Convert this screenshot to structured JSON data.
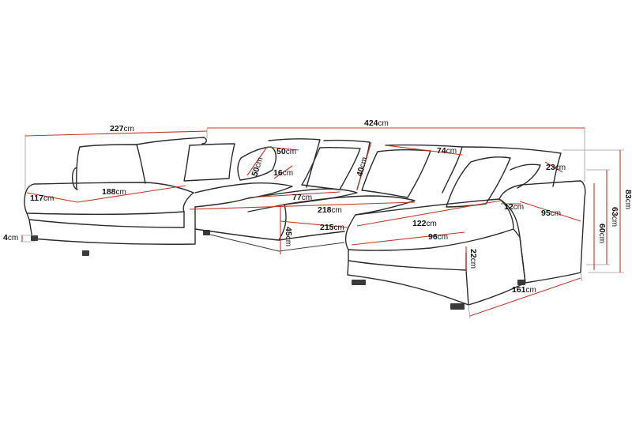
{
  "dimensions": [
    {
      "id": "width-left-section",
      "value": "227",
      "unit": "cm"
    },
    {
      "id": "total-width",
      "value": "424",
      "unit": "cm"
    },
    {
      "id": "left-chaise-depth",
      "value": "117",
      "unit": "cm"
    },
    {
      "id": "left-chaise-length",
      "value": "188",
      "unit": "cm"
    },
    {
      "id": "cushion-width",
      "value": "50",
      "unit": "cm"
    },
    {
      "id": "cushion-height",
      "value": "50",
      "unit": "cm"
    },
    {
      "id": "cushion-thickness",
      "value": "16",
      "unit": "cm"
    },
    {
      "id": "backrest-height",
      "value": "40",
      "unit": "cm"
    },
    {
      "id": "back-cushion-width",
      "value": "74",
      "unit": "cm"
    },
    {
      "id": "armrest-top-width",
      "value": "23",
      "unit": "cm"
    },
    {
      "id": "total-height",
      "value": "83",
      "unit": "cm"
    },
    {
      "id": "seat-depth",
      "value": "77",
      "unit": "cm"
    },
    {
      "id": "seat-length-middle",
      "value": "218",
      "unit": "cm"
    },
    {
      "id": "front-length-middle",
      "value": "215",
      "unit": "cm"
    },
    {
      "id": "seat-height",
      "value": "45",
      "unit": "cm"
    },
    {
      "id": "leg-height",
      "value": "4",
      "unit": "cm"
    },
    {
      "id": "armrest-width",
      "value": "12",
      "unit": "cm"
    },
    {
      "id": "right-chaise-seat-length",
      "value": "122",
      "unit": "cm"
    },
    {
      "id": "right-chaise-inner-length",
      "value": "96",
      "unit": "cm"
    },
    {
      "id": "right-chaise-side-length",
      "value": "95",
      "unit": "cm"
    },
    {
      "id": "armrest-height",
      "value": "60",
      "unit": "cm"
    },
    {
      "id": "back-height",
      "value": "63",
      "unit": "cm"
    },
    {
      "id": "right-chaise-front-height",
      "value": "22",
      "unit": "cm"
    },
    {
      "id": "right-chaise-width",
      "value": "161",
      "unit": "cm"
    }
  ]
}
